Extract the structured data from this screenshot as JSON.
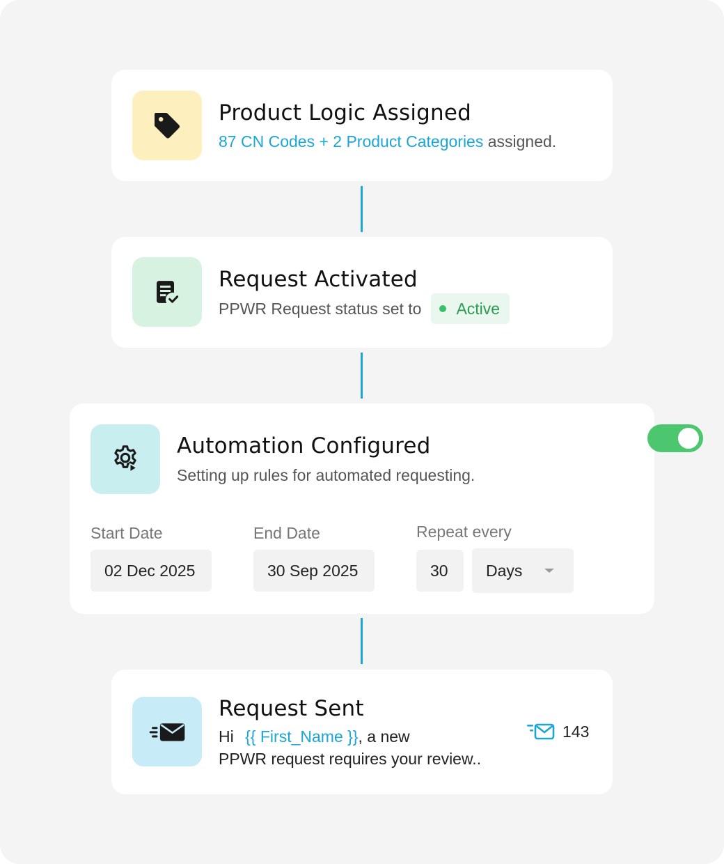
{
  "steps": {
    "product_logic": {
      "title": "Product Logic Assigned",
      "highlight": "87 CN Codes + 2 Product Categories",
      "suffix": " assigned.",
      "icon": "tag-icon",
      "icon_bg": "#fdf0be"
    },
    "request_activated": {
      "title": "Request Activated",
      "text": "PPWR Request status set to",
      "status_badge": "Active",
      "icon": "document-check-icon",
      "icon_bg": "#d8f2e1"
    },
    "automation": {
      "title": "Automation Configured",
      "subtitle": "Setting up rules for automated requesting.",
      "toggle_on": true,
      "icon": "gear-play-icon",
      "icon_bg": "#c9eef0",
      "start_date": {
        "label": "Start Date",
        "value": "02 Dec 2025"
      },
      "end_date": {
        "label": "End Date",
        "value": "30 Sep 2025"
      },
      "repeat": {
        "label": "Repeat every",
        "value": "30",
        "unit": "Days"
      }
    },
    "request_sent": {
      "title": "Request Sent",
      "greeting": "Hi",
      "placeholder": "{{ First_Name }}",
      "line1_suffix": ", a new",
      "line2": "PPWR request requires your review..",
      "sent_count": "143",
      "icon": "fast-mail-icon",
      "icon_bg": "#c8ebf8"
    }
  },
  "colors": {
    "accent": "#1aa6d6",
    "active_green": "#2e9a52",
    "toggle_green": "#4cc66f",
    "background": "#f4f4f4"
  }
}
